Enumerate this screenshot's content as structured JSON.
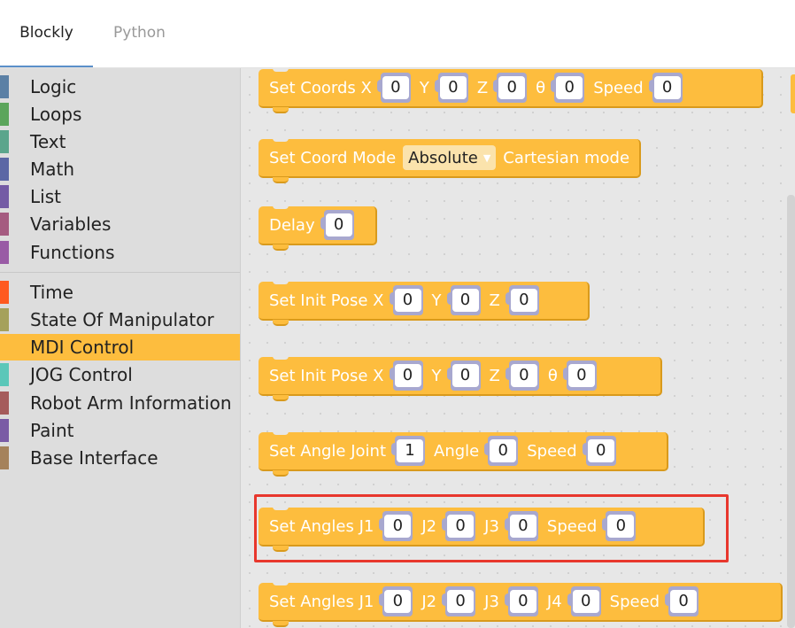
{
  "tabs": [
    {
      "label": "Blockly",
      "active": true
    },
    {
      "label": "Python",
      "active": false
    }
  ],
  "toolbox": {
    "group1": [
      {
        "label": "Logic",
        "color": "#5b80a5"
      },
      {
        "label": "Loops",
        "color": "#5ba55b"
      },
      {
        "label": "Text",
        "color": "#5ba58c"
      },
      {
        "label": "Math",
        "color": "#5b67a5"
      },
      {
        "label": "List",
        "color": "#745ba5"
      },
      {
        "label": "Variables",
        "color": "#a55b80"
      },
      {
        "label": "Functions",
        "color": "#995ba5"
      }
    ],
    "group2": [
      {
        "label": "Time",
        "color": "#ff5a1f",
        "selected": false
      },
      {
        "label": "State Of Manipulator",
        "color": "#a5a15b",
        "selected": false
      },
      {
        "label": "MDI Control",
        "color": "#fdbd3e",
        "selected": true
      },
      {
        "label": "JOG Control",
        "color": "#5bc7b9",
        "selected": false
      },
      {
        "label": "Robot Arm Information",
        "color": "#a55b5b",
        "selected": false
      },
      {
        "label": "Paint",
        "color": "#7a5ba5",
        "selected": false
      },
      {
        "label": "Base Interface",
        "color": "#a5825b",
        "selected": false
      }
    ]
  },
  "blocks": {
    "set_coords": {
      "label": "Set Coords X",
      "y": "Y",
      "z": "Z",
      "theta": "θ",
      "speed": "Speed",
      "v_x": "0",
      "v_y": "0",
      "v_z": "0",
      "v_theta": "0",
      "v_speed": "0"
    },
    "set_coord_mode": {
      "label": "Set Coord Mode",
      "dropdown": "Absolute",
      "suffix": "Cartesian mode"
    },
    "delay": {
      "label": "Delay",
      "value": "0"
    },
    "init_pose_xyz": {
      "label": "Set Init Pose X",
      "y": "Y",
      "z": "Z",
      "v_x": "0",
      "v_y": "0",
      "v_z": "0"
    },
    "init_pose_xyzt": {
      "label": "Set Init Pose X",
      "y": "Y",
      "z": "Z",
      "theta": "θ",
      "v_x": "0",
      "v_y": "0",
      "v_z": "0",
      "v_theta": "0"
    },
    "angle_joint": {
      "label": "Set Angle Joint",
      "angle": "Angle",
      "speed": "Speed",
      "v_joint": "1",
      "v_angle": "0",
      "v_speed": "0"
    },
    "angles_3": {
      "label": "Set Angles J1",
      "j2": "J2",
      "j3": "J3",
      "speed": "Speed",
      "v_j1": "0",
      "v_j2": "0",
      "v_j3": "0",
      "v_speed": "0"
    },
    "angles_4": {
      "label": "Set Angles J1",
      "j2": "J2",
      "j3": "J3",
      "j4": "J4",
      "speed": "Speed",
      "v_j1": "0",
      "v_j2": "0",
      "v_j3": "0",
      "v_j4": "0",
      "v_speed": "0"
    }
  },
  "colors": {
    "block": "#fdbd3e",
    "slot": "#a8a8cf",
    "highlight": "#e8372d",
    "tab_underline": "#5b8fc9"
  }
}
